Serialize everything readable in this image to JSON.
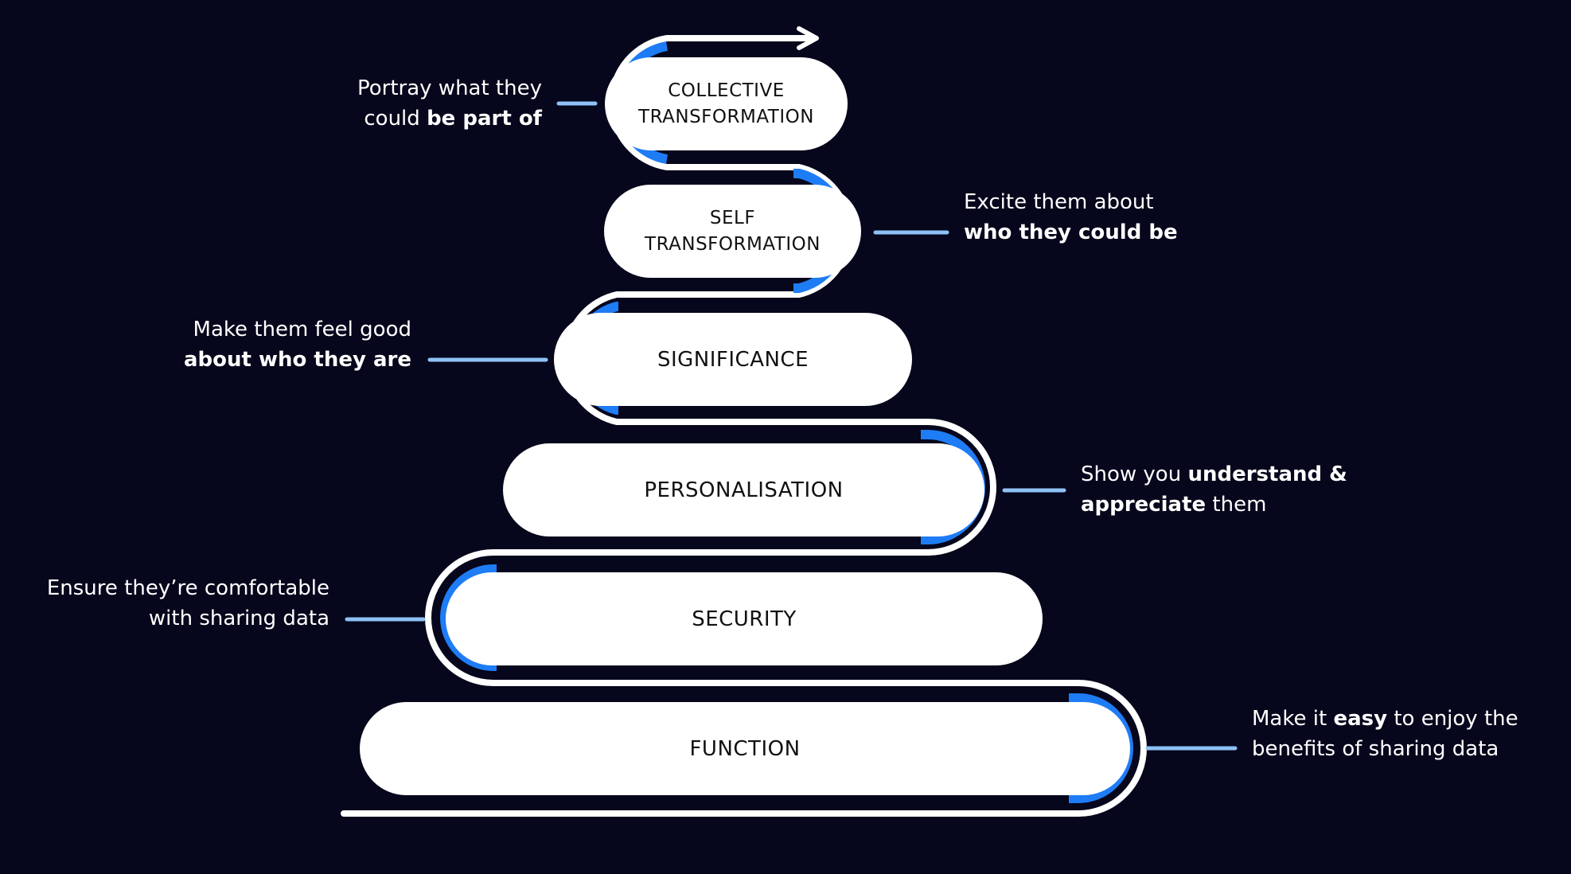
{
  "diagram": {
    "colors": {
      "background": "#06061c",
      "path_white": "#ffffff",
      "path_blue": "#1e7cf5",
      "connector": "#8ec1f5"
    },
    "levels": [
      {
        "id": "collective_transformation",
        "lines": [
          "COLLECTIVE",
          "TRANSFORMATION"
        ]
      },
      {
        "id": "self_transformation",
        "lines": [
          "SELF",
          "TRANSFORMATION"
        ]
      },
      {
        "id": "significance",
        "lines": [
          "SIGNIFICANCE"
        ]
      },
      {
        "id": "personalisation",
        "lines": [
          "PERSONALISATION"
        ]
      },
      {
        "id": "security",
        "lines": [
          "SECURITY"
        ]
      },
      {
        "id": "function",
        "lines": [
          "FUNCTION"
        ]
      }
    ],
    "notes": {
      "collective": {
        "l1": "Portray what they",
        "l2a": "could ",
        "l2b": "be part of"
      },
      "self": {
        "l1": "Excite them about",
        "l2b": "who they could be"
      },
      "significance": {
        "l1": "Make them feel good",
        "l2b": "about who they are"
      },
      "personalisation": {
        "l1a": "Show you ",
        "l1b": "understand &",
        "l2b": "appreciate",
        "l2c": " them"
      },
      "security": {
        "l1": "Ensure they’re comfortable",
        "l2": "with sharing data"
      },
      "function": {
        "l1a": "Make it ",
        "l1b": "easy",
        "l1c": " to enjoy the",
        "l2": "benefits of sharing data"
      }
    }
  }
}
